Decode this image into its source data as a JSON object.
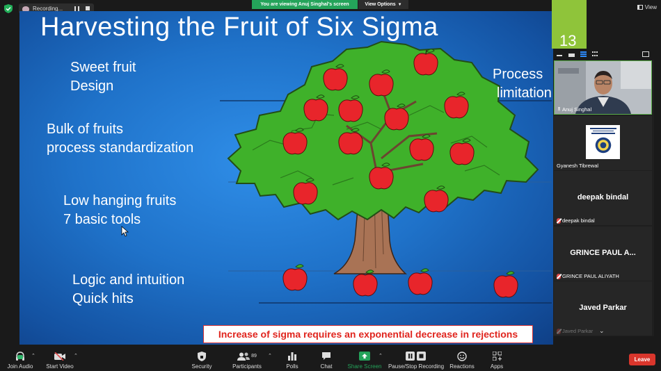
{
  "meeting": {
    "recording_label": "Recording...",
    "viewing_banner": "You are viewing Anuj Singhal's screen",
    "view_options_label": "View Options",
    "view_label": "View"
  },
  "slide": {
    "title": "Harvesting the Fruit of Six Sigma",
    "level1": [
      "Sweet fruit",
      "Design"
    ],
    "level2": [
      "Bulk of fruits",
      "process standardization"
    ],
    "level3": [
      "Low hanging fruits",
      "7 basic tools"
    ],
    "level4": [
      "Logic and intuition",
      "Quick hits"
    ],
    "right_label": [
      "Process",
      "limitation"
    ],
    "banner": "Increase of sigma requires an exponential decrease in rejections",
    "slide_number": "13"
  },
  "participants": [
    {
      "name": "Anuj Singhal",
      "big_label": "",
      "muted": false,
      "pinned": true
    },
    {
      "name": "Gyanesh Tibrewal",
      "big_label": "",
      "muted": false,
      "pinned": false
    },
    {
      "name": "deepak bindal",
      "big_label": "deepak bindal",
      "muted": true,
      "pinned": false
    },
    {
      "name": "GRINCE PAUL ALIYATH",
      "big_label": "GRINCE PAUL A...",
      "muted": true,
      "pinned": false
    },
    {
      "name": "Javed Parkar",
      "big_label": "Javed Parkar",
      "muted": true,
      "pinned": false
    }
  ],
  "toolbar": {
    "join_audio": "Join Audio",
    "start_video": "Start Video",
    "security": "Security",
    "participants": "Participants",
    "participants_count": "89",
    "polls": "Polls",
    "chat": "Chat",
    "share_screen": "Share Screen",
    "pause_stop_recording": "Pause/Stop Recording",
    "reactions": "Reactions",
    "apps": "Apps",
    "leave": "Leave"
  },
  "colors": {
    "share_green": "#24a35a",
    "leave_red": "#d9362c",
    "slide_blue": "#1f72c9",
    "banner_text": "#e0241d",
    "slide_number_green": "#8fc43a"
  }
}
